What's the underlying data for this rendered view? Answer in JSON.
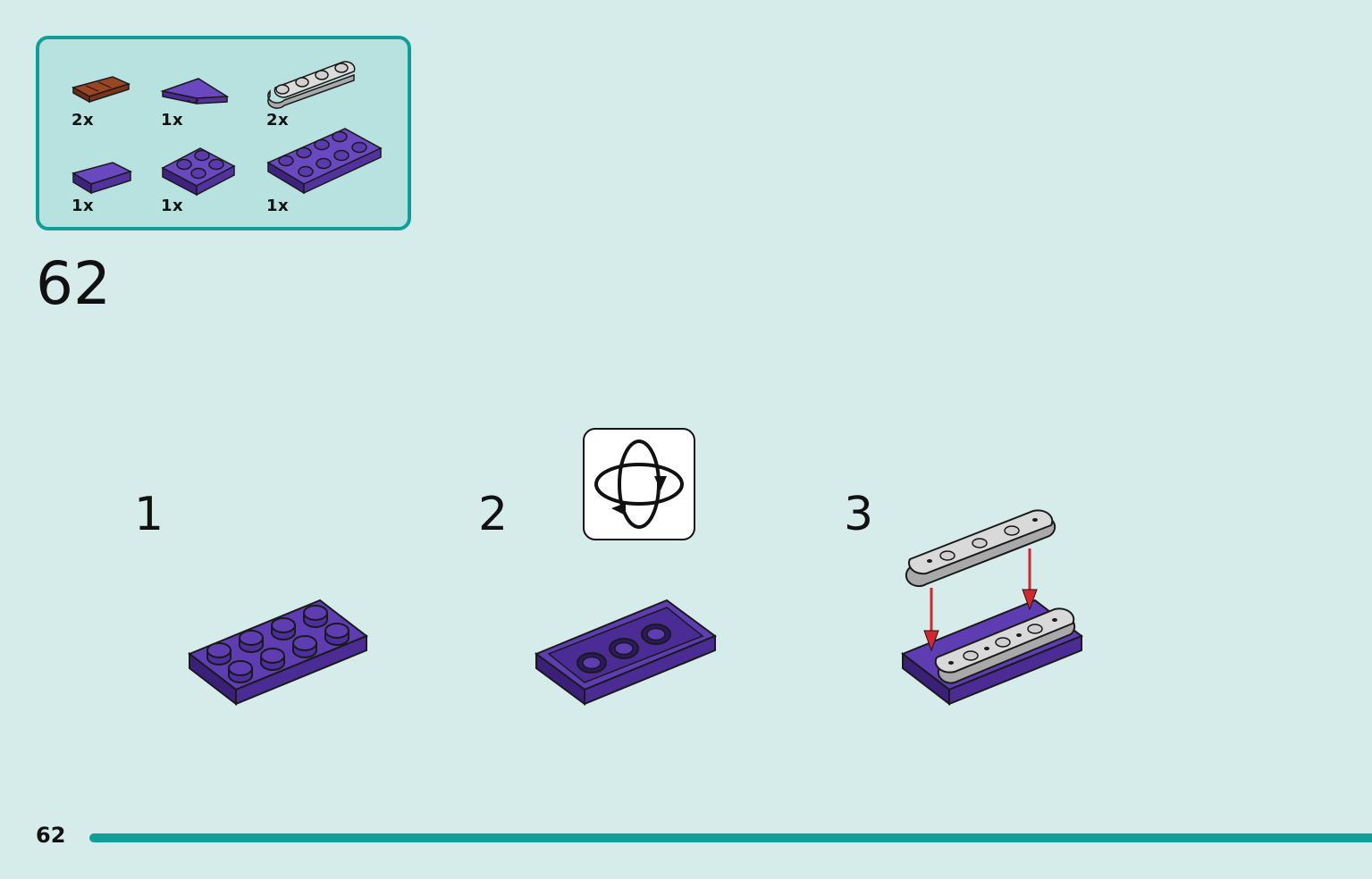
{
  "parts_list": {
    "items": [
      {
        "name": "brown-tile-1x2-grille",
        "quantity": "2x"
      },
      {
        "name": "purple-wedge-plate",
        "quantity": "1x"
      },
      {
        "name": "gray-plate-1x4-rounded",
        "quantity": "2x"
      },
      {
        "name": "purple-tile-1x2",
        "quantity": "1x"
      },
      {
        "name": "purple-plate-2x2",
        "quantity": "1x"
      },
      {
        "name": "purple-plate-2x4",
        "quantity": "1x"
      }
    ]
  },
  "step": {
    "number": "62",
    "substeps": [
      {
        "label": "1"
      },
      {
        "label": "2",
        "icon": "rotate-model-icon"
      },
      {
        "label": "3"
      }
    ]
  },
  "footer": {
    "page_number": "62"
  },
  "colors": {
    "background": "#d6ecea",
    "parts_box": "#b8e2df",
    "accent": "#109e98",
    "purple_brick": "#5b3aa8",
    "gray_brick": "#c9c9c9",
    "brown_brick": "#8a3a1c",
    "arrow": "#d3262e"
  }
}
